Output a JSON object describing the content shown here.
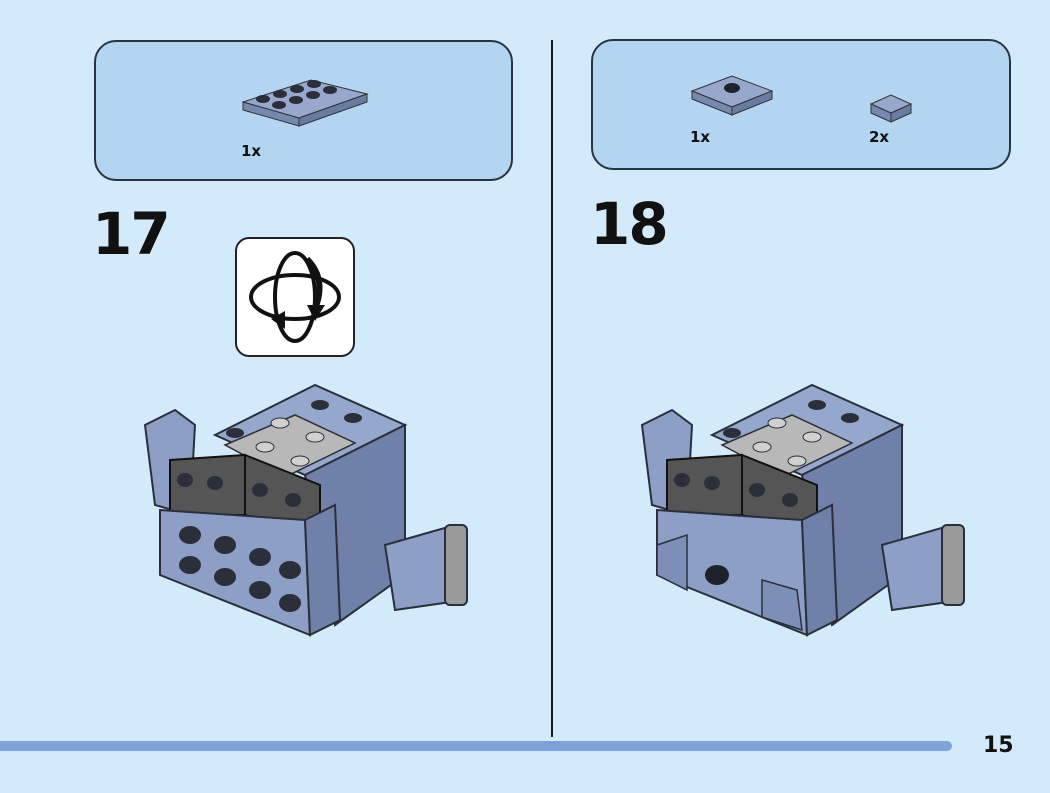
{
  "steps": [
    {
      "number": "17",
      "parts": [
        {
          "qty": "1x",
          "part": "plate-2x4"
        }
      ],
      "rotate_icon": "rotate-model-icon"
    },
    {
      "number": "18",
      "parts": [
        {
          "qty": "1x",
          "part": "jumper-plate-2x2"
        },
        {
          "qty": "2x",
          "part": "tile-1x1"
        }
      ]
    }
  ],
  "page_number": "15",
  "colors": {
    "background": "#d3eafb",
    "parts_box": "#b3d5f1",
    "brick": "#8d9fc6",
    "progress_bar": "#7fa3d8"
  }
}
